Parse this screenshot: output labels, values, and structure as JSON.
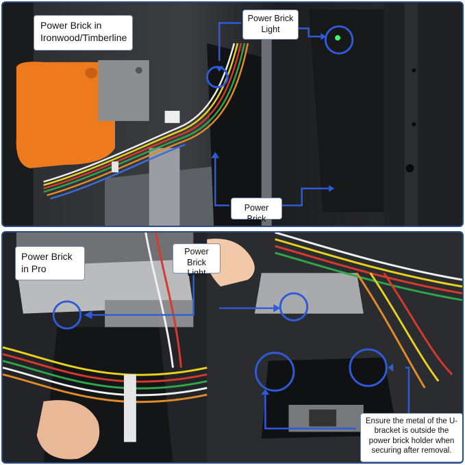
{
  "top_panel": {
    "title_label": "Power Brick in Ironwood/Timberline",
    "light_label": "Power Brick Light",
    "brick_label": "Power Brick"
  },
  "bottom_panel": {
    "title_label": "Power Brick in Pro",
    "light_label": "Power Brick Light",
    "note": "Ensure the metal of the U-bracket is outside the power brick holder when securing after removal."
  },
  "colors": {
    "annotation_blue": "#2f5bd9",
    "panel_border": "#2a4a8a",
    "light_green": "#3dff6a"
  }
}
